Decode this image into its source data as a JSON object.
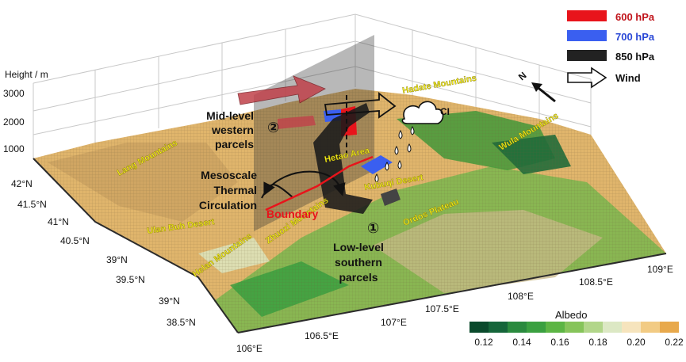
{
  "axes": {
    "z_title": "Height / m",
    "z_ticks": [
      "3000",
      "2000",
      "1000"
    ],
    "lat_ticks": [
      "42°N",
      "41.5°N",
      "41°N",
      "40.5°N",
      "39°N",
      "39.5°N",
      "39°N",
      "38.5°N"
    ],
    "lon_ticks": [
      "106°E",
      "106.5°E",
      "107°E",
      "107.5°E",
      "108°E",
      "108.5°E",
      "109°E"
    ]
  },
  "legend": {
    "items": [
      {
        "label": "600 hPa",
        "color": "#e8141b",
        "text_color": "#c0141b"
      },
      {
        "label": "700 hPa",
        "color": "#3a5ff0",
        "text_color": "#2a48d6"
      },
      {
        "label": "850 hPa",
        "color": "#222222",
        "text_color": "#111111"
      },
      {
        "label": "Wind",
        "color": "#ffffff",
        "text_color": "#111111"
      }
    ],
    "north": "N"
  },
  "places": {
    "hadate": "Hadate Mountains",
    "lang": "Lang Mountains",
    "wula": "Wula Mountains",
    "hetao": "Hetao Area",
    "kubuqi": "Kubuqi Desert",
    "ulanbuh": "Ulan Buh Desert",
    "ordos": "Ordos Plateau",
    "zhuozi": "Zhuozi Mountains",
    "helan": "Helan Mountains"
  },
  "annotations": {
    "mid_level": [
      "Mid-level",
      "western",
      "parcels"
    ],
    "mid_marker": "②",
    "mesoscale": [
      "Mesoscale",
      "Thermal",
      "Circulation"
    ],
    "boundary": "Boundary",
    "low_level": [
      "Low-level",
      "southern",
      "parcels"
    ],
    "low_marker": "①",
    "ci": "CI"
  },
  "colorbar": {
    "title": "Albedo",
    "colors": [
      "#0a4a2c",
      "#15653a",
      "#2a8a3e",
      "#3aa040",
      "#5cb544",
      "#86c45a",
      "#b2d68a",
      "#dce8c4",
      "#f6e4bd",
      "#f2cb84",
      "#e8a94c"
    ],
    "ticks": [
      "0.12",
      "0.14",
      "0.16",
      "0.18",
      "0.20",
      "0.22"
    ]
  }
}
